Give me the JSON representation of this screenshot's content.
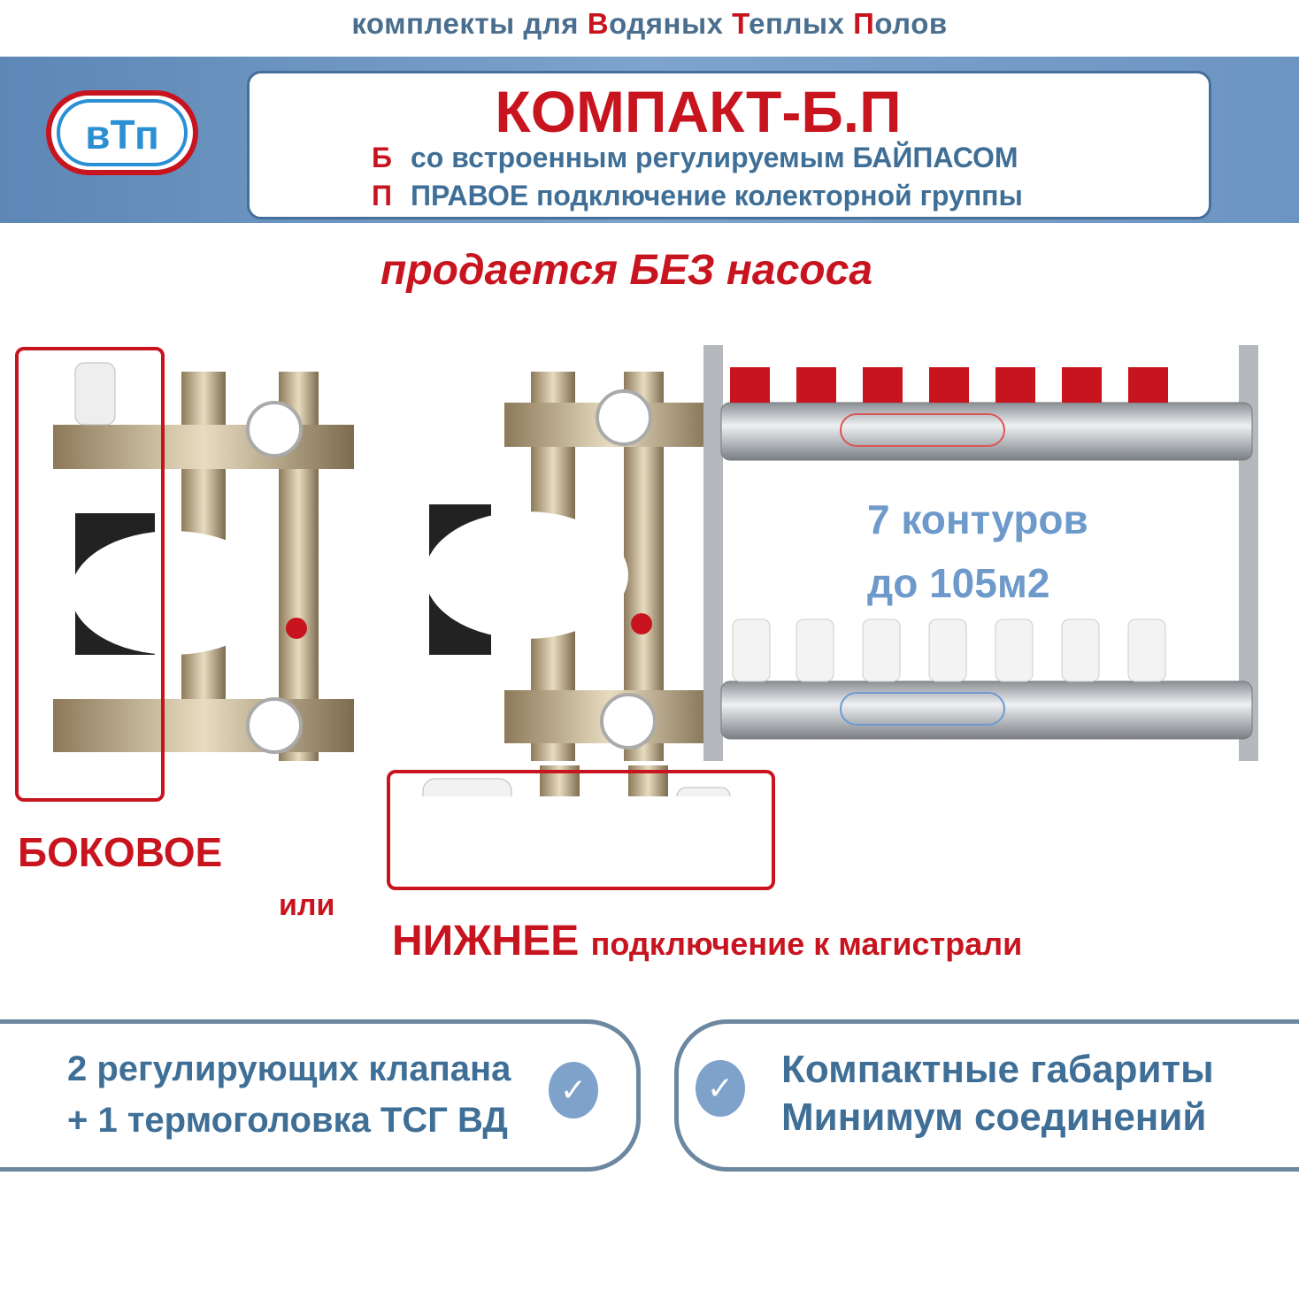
{
  "tagline": {
    "p1": "комплекты для ",
    "r1": "В",
    "p2": "одяных ",
    "r2": "Т",
    "p3": "еплых ",
    "r3": "П",
    "p4": "олов"
  },
  "logo": {
    "text": "ВТП"
  },
  "title": "КОМПАКТ-Б.П",
  "features": [
    {
      "letter": "Б",
      "text": "со встроенным регулируемым БАЙПАСОМ"
    },
    {
      "letter": "П",
      "text": "ПРАВОЕ подключение колекторной группы"
    }
  ],
  "no_pump": "продается БЕЗ насоса",
  "side_label": "БОКОВОЕ",
  "or_label": "или",
  "bottom_label": "НИЖНЕЕ",
  "bottom_suffix": "подключение к магистрали",
  "circuits": "7 контуров",
  "area": "до 105м2",
  "cards": [
    {
      "lines": [
        "2 регулирующих клапана",
        "+ 1 термоголовка ТСГ ВД"
      ]
    },
    {
      "lines": [
        "Компактные габариты",
        "Минимум соединений"
      ]
    }
  ],
  "colors": {
    "red": "#c8141e",
    "blue": "#3f6f96",
    "band": "#6d95c2"
  }
}
